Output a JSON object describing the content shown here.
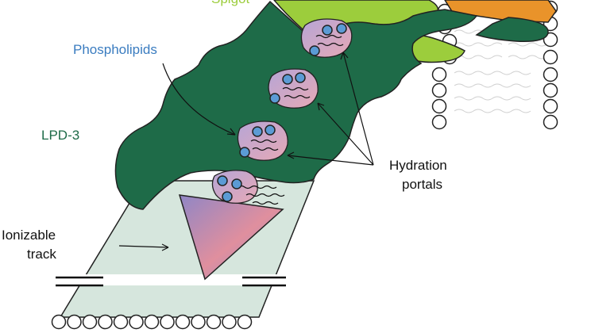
{
  "labels": {
    "spigot": "Spigot",
    "phospholipids": "Phospholipids",
    "lpd3": "LPD-3",
    "hydration_line1": "Hydration",
    "hydration_line2": "portals",
    "ionizable_line1": "Ionizable",
    "ionizable_line2": "track"
  },
  "colors": {
    "lpd3_body": "#1e6b48",
    "spigot": "#9ccd3c",
    "orange_domain": "#e9932a",
    "track_fill": "#d6e6dd",
    "lipid_head": "#5b9bd5",
    "portal_fill": "#d9a8c8",
    "phospholipids_text": "#3a7cc0",
    "lpd3_text": "#1e6b48",
    "spigot_text": "#9ccd3c",
    "label_text": "#111111"
  },
  "icons": {
    "portal": "hydration-portal-icon",
    "lipid": "lipid-headgroup-icon"
  }
}
